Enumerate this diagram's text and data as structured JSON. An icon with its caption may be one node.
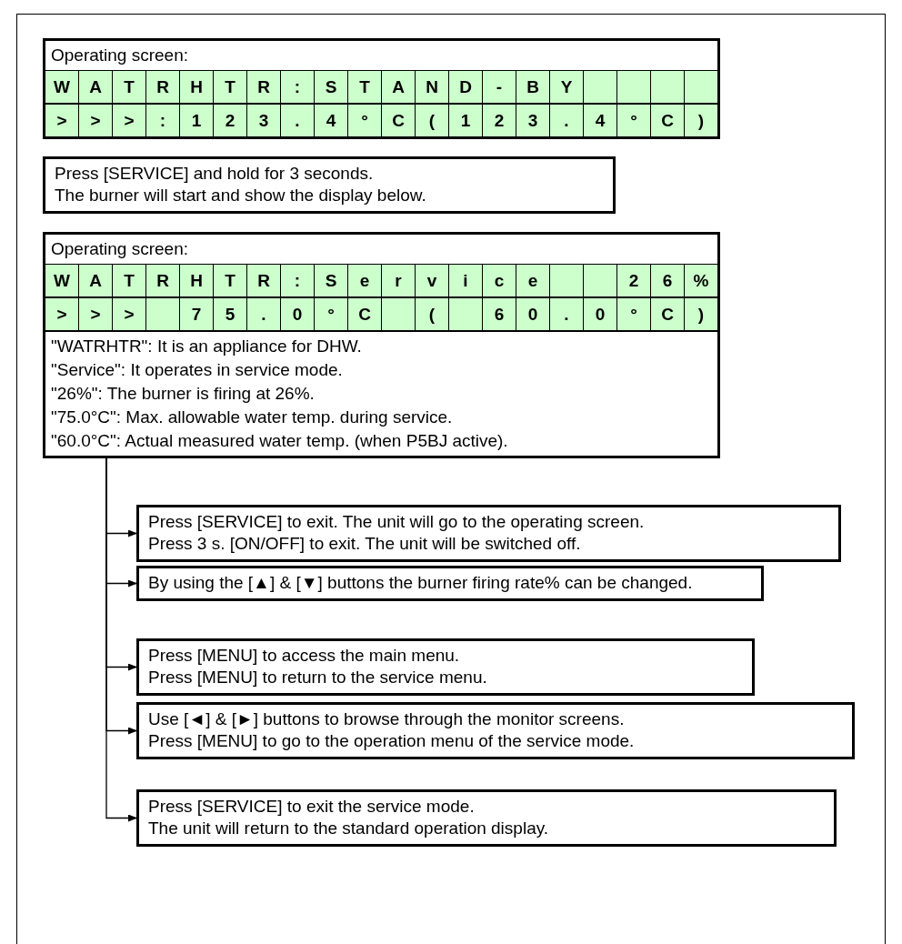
{
  "diagram": {
    "nodes": [
      {
        "text": [
          "Operating screen:"
        ]
      },
      {
        "text": [
          "Press [SERVICE] and hold for 3 seconds.",
          "The burner will start and show the display below."
        ]
      },
      {
        "text": [
          "Operating screen:",
          "\"WATRHTR\": It is an appliance for DHW.",
          "\"Service\": It operates in service mode.",
          "\"26%\": The burner is firing at 26%.",
          "\"75.0°C\": Max. allowable water temp. during service.",
          "\"60.0°C\": Actual measured water temp. (when P5BJ active)."
        ]
      },
      {
        "text": [
          "Press [SERVICE] to exit. The unit will go to the operating screen.",
          "Press 3 s. [ON/OFF] to exit. The unit will be switched off."
        ]
      },
      {
        "text": [
          "By using the [▲] & [▼] buttons the burner firing rate% can be changed."
        ]
      },
      {
        "text": [
          "Press [MENU] to access the main menu.",
          "Press [MENU] to return to the service menu."
        ]
      },
      {
        "text": [
          "Use [◄] & [►] buttons to browse through the monitor screens.",
          "Press [MENU] to go to the operation menu of the service mode."
        ]
      },
      {
        "text": [
          "Press [SERVICE] to exit the service mode.",
          "The unit will return to the standard operation display."
        ]
      }
    ],
    "edges": [
      {
        "from": 2,
        "to": 3,
        "arrow": "to"
      },
      {
        "from": 2,
        "to": 4,
        "arrow": "to"
      },
      {
        "from": 2,
        "to": 5,
        "arrow": "to"
      },
      {
        "from": 2,
        "to": 6,
        "arrow": "to"
      },
      {
        "from": 2,
        "to": 7,
        "arrow": "to"
      }
    ],
    "labels": [
      "W",
      "A",
      "T",
      "R",
      "H",
      "T",
      "R",
      ":",
      "S",
      "T",
      "A",
      "N",
      "D",
      "-",
      "B",
      "Y",
      ">",
      ">",
      ">",
      ":",
      "1",
      "2",
      "3",
      ".",
      "4",
      "°",
      "C",
      "(",
      "1",
      "2",
      "3",
      ".",
      "4",
      "°",
      "C",
      ")",
      "W",
      "A",
      "T",
      "R",
      "H",
      "T",
      "R",
      ":",
      "S",
      "e",
      "r",
      "v",
      "i",
      "c",
      "e",
      "2",
      "6",
      "%",
      ">",
      ">",
      ">",
      "7",
      "5",
      ".",
      "0",
      "°",
      "C",
      "(",
      "6",
      "0",
      ".",
      "0",
      "°",
      "C",
      ")"
    ]
  }
}
